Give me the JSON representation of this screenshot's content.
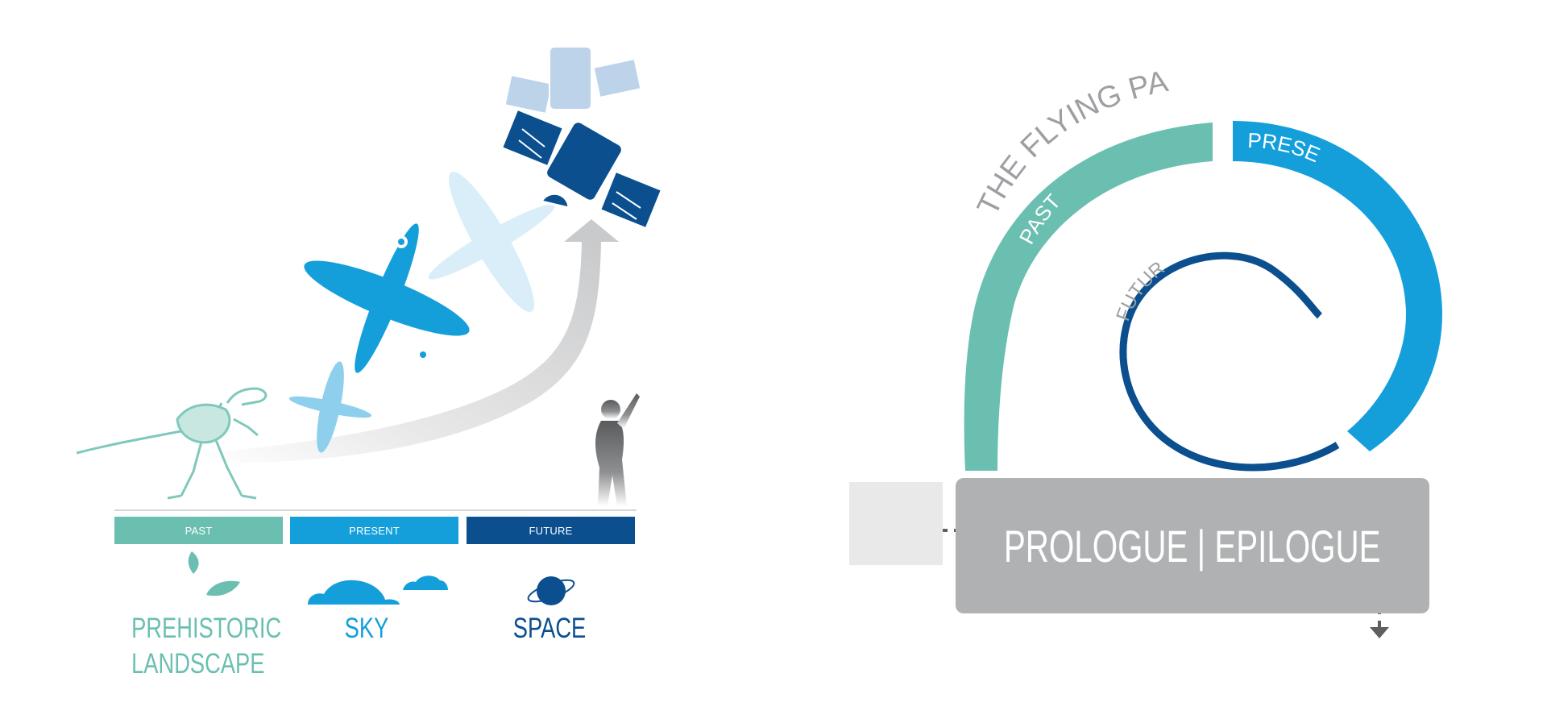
{
  "timeline": {
    "bars": [
      {
        "label": "PAST",
        "color": "#6bbfb0"
      },
      {
        "label": "PRESENT",
        "color": "#149fdb"
      },
      {
        "label": "FUTURE",
        "color": "#0b4f8f"
      }
    ],
    "themes": [
      {
        "label_line1": "PREHISTORIC",
        "label_line2": "LANDSCAPE",
        "color": "#6bbfb0",
        "icon": "leaves-icon"
      },
      {
        "label_line1": "SKY",
        "label_line2": "",
        "color": "#149fdb",
        "icon": "clouds-icon"
      },
      {
        "label_line1": "SPACE",
        "label_line2": "",
        "color": "#0b4f8f",
        "icon": "planet-icon"
      }
    ]
  },
  "spiral": {
    "title": "THE FLYING PARADE",
    "past_label": "PAST",
    "present_label": "PRESENT",
    "future_label": "FUTURE",
    "colors": {
      "past": "#6bbfb0",
      "present": "#149fdb",
      "future": "#0b4f8f",
      "title": "#9d9fa2"
    }
  },
  "prologue": {
    "label": "PROLOGUE | EPILOGUE"
  }
}
